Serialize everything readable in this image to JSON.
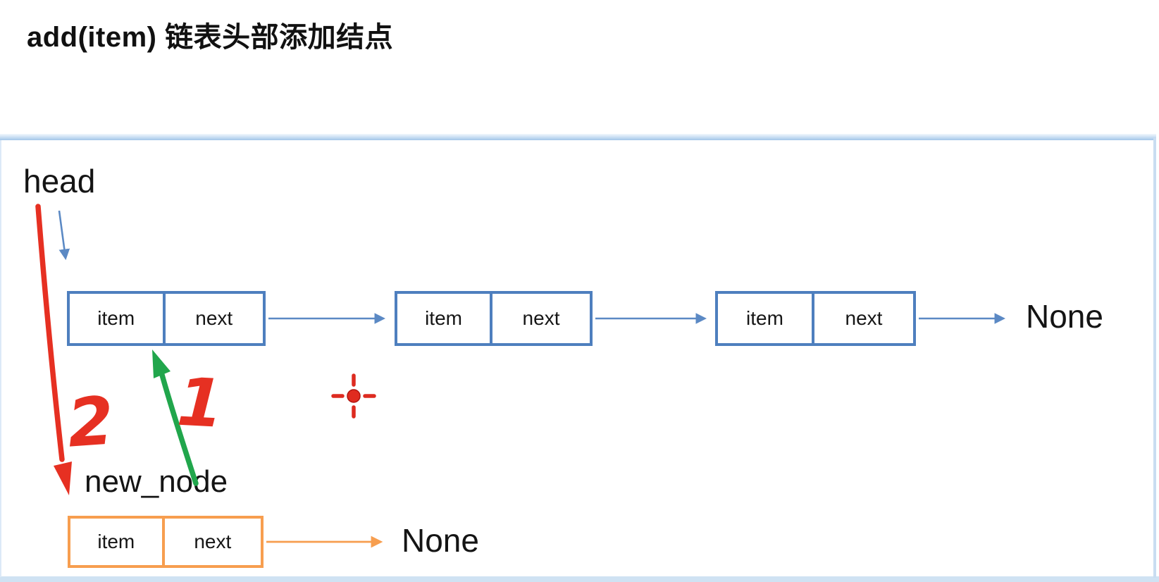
{
  "title": "add(item) 链表头部添加结点",
  "diagram": {
    "head_label": "head",
    "new_node_label": "new_node",
    "none_top": "None",
    "none_bottom": "None",
    "nodes": [
      {
        "name": "list-node-1",
        "cells": [
          "item",
          "next"
        ]
      },
      {
        "name": "list-node-2",
        "cells": [
          "item",
          "next"
        ]
      },
      {
        "name": "list-node-3",
        "cells": [
          "item",
          "next"
        ]
      },
      {
        "name": "new-node",
        "cells": [
          "item",
          "next"
        ]
      }
    ],
    "annotations": {
      "step1": "1",
      "step2": "2",
      "pointer_icon": "laser-crosshair-icon"
    }
  },
  "colors": {
    "node-blue": "#4E7FBE",
    "connector-blue": "#5B89C4",
    "node-orange": "#F79E4F",
    "marker-red": "#E63022",
    "marker-green": "#21A64C",
    "text-black": "#141414",
    "panel-border": "#BCD4EE"
  }
}
